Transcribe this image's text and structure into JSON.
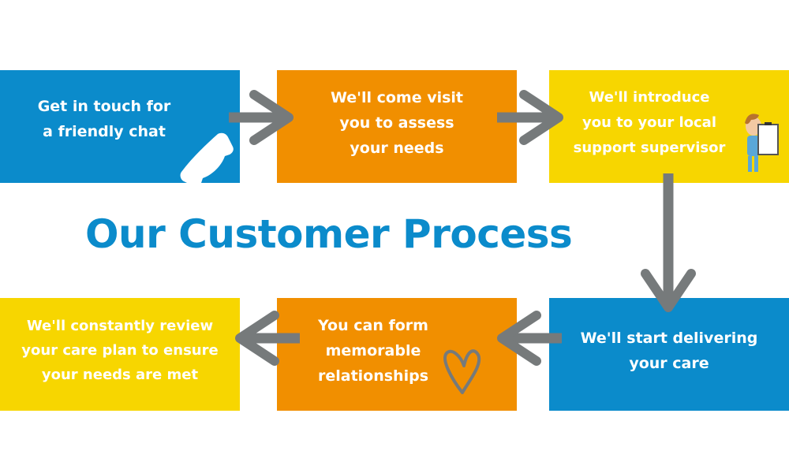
{
  "title": "Our Customer Process",
  "colors": {
    "blue": "#0b8bcb",
    "orange": "#f18f00",
    "yellow": "#f7d600",
    "arrow": "#767a7b",
    "text": "#ffffff"
  },
  "steps": [
    {
      "label": "Get in touch for\na friendly chat",
      "color": "blue",
      "icon": "phone-icon"
    },
    {
      "label": "We'll come visit\nyou to assess\nyour needs",
      "color": "orange"
    },
    {
      "label": "We'll introduce\nyou to your local\nsupport supervisor",
      "color": "yellow",
      "icon": "nurse-with-clipboard-icon"
    },
    {
      "label": "We'll start delivering\nyour care",
      "color": "blue"
    },
    {
      "label": "You can form\nmemorable\nrelationships",
      "color": "orange",
      "icon": "heart-icon"
    },
    {
      "label": "We'll constantly review\nyour care plan to ensure\nyour needs are met",
      "color": "yellow"
    }
  ],
  "flow": [
    "1→2",
    "2→3",
    "3→4",
    "4→5",
    "5→6"
  ]
}
